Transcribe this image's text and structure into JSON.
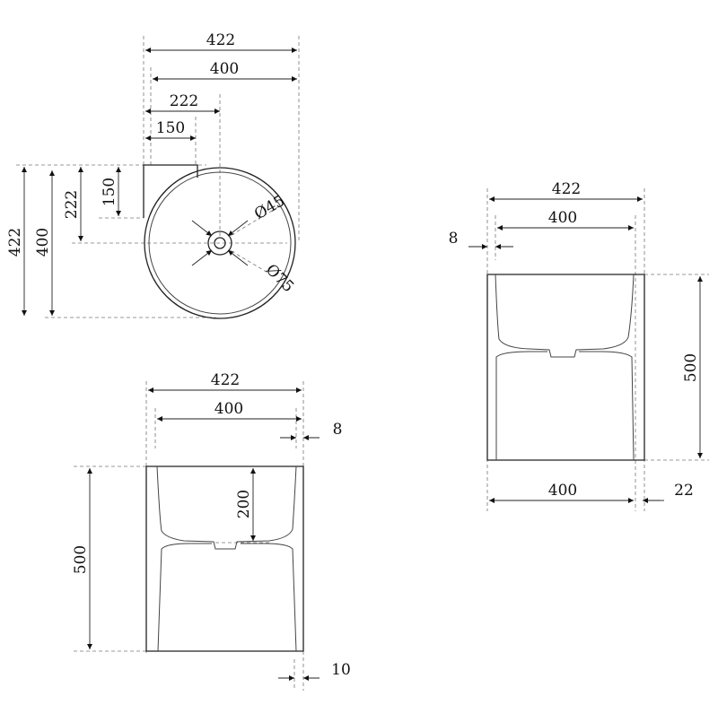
{
  "top_view": {
    "dim_width_overall": "422",
    "dim_width_inner": "400",
    "dim_drain_x": "222",
    "dim_mount_x": "150",
    "dim_depth_overall": "422",
    "dim_depth_inner": "400",
    "dim_drain_y": "222",
    "dim_mount_y": "150",
    "dim_drain_dia": "Ø45",
    "dim_outlet_dia": "Ø75"
  },
  "front_view": {
    "dim_width_overall": "422",
    "dim_width_inner": "400",
    "dim_wall": "8",
    "dim_height": "500",
    "dim_bowl_depth": "200",
    "dim_base": "10"
  },
  "side_view": {
    "dim_width_overall": "422",
    "dim_width_inner": "400",
    "dim_wall": "8",
    "dim_height": "500",
    "dim_base_width": "400",
    "dim_offset": "22"
  }
}
